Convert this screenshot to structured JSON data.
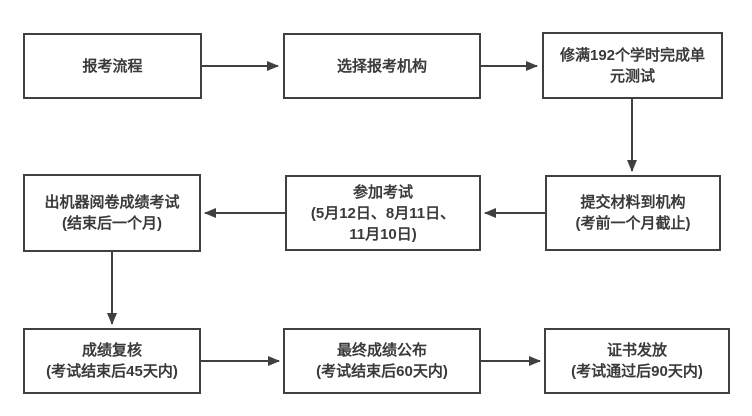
{
  "diagram": {
    "type": "flowchart",
    "colors": {
      "background": "#ffffff",
      "border": "#404040",
      "text": "#3a3a3a",
      "arrow": "#404040"
    },
    "nodes": [
      {
        "id": "start",
        "lines": [
          "报考流程"
        ]
      },
      {
        "id": "choose-org",
        "lines": [
          "选择报考机构"
        ]
      },
      {
        "id": "complete-hours",
        "lines": [
          "修满192个学时完成单",
          "元测试"
        ]
      },
      {
        "id": "submit-materials",
        "lines": [
          "提交材料到机构",
          "(考前一个月截止)"
        ]
      },
      {
        "id": "take-exam",
        "lines": [
          "参加考试",
          "(5月12日、8月11日、",
          "11月10日)"
        ]
      },
      {
        "id": "machine-scored",
        "lines": [
          "出机器阅卷成绩考试",
          "(结束后一个月)"
        ]
      },
      {
        "id": "score-review",
        "lines": [
          "成绩复核",
          "(考试结束后45天内)"
        ]
      },
      {
        "id": "final-score",
        "lines": [
          "最终成绩公布",
          "(考试结束后60天内)"
        ]
      },
      {
        "id": "certificate",
        "lines": [
          "证书发放",
          "(考试通过后90天内)"
        ]
      }
    ],
    "edges": [
      {
        "from": "start",
        "to": "choose-org"
      },
      {
        "from": "choose-org",
        "to": "complete-hours"
      },
      {
        "from": "complete-hours",
        "to": "submit-materials"
      },
      {
        "from": "submit-materials",
        "to": "take-exam"
      },
      {
        "from": "take-exam",
        "to": "machine-scored"
      },
      {
        "from": "machine-scored",
        "to": "score-review"
      },
      {
        "from": "score-review",
        "to": "final-score"
      },
      {
        "from": "final-score",
        "to": "certificate"
      }
    ]
  }
}
